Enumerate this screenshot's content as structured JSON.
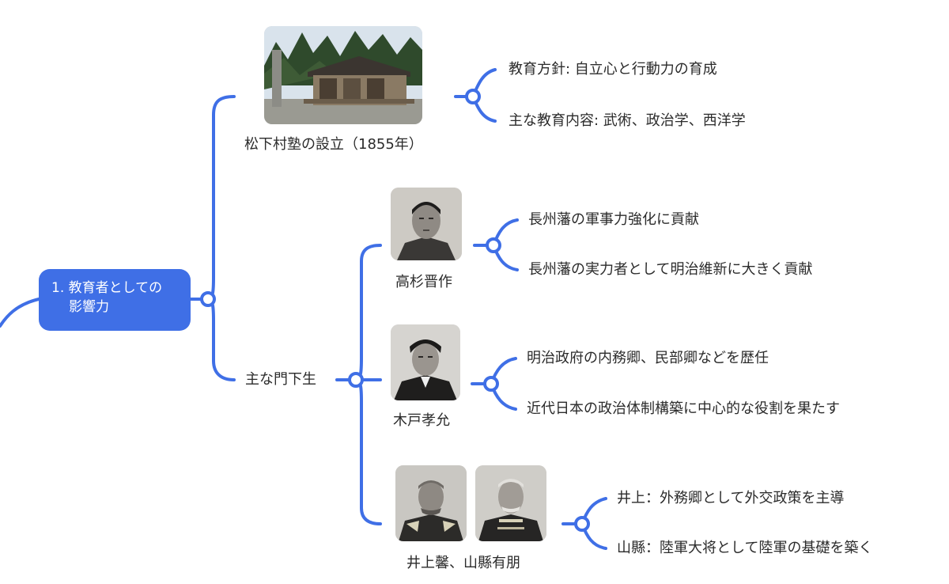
{
  "root": {
    "line1": "1. 教育者としての",
    "line2": "影響力"
  },
  "school": {
    "title": "松下村塾の設立（1855年）",
    "points": [
      "教育方針: 自立心と行動力の育成",
      "主な教育内容: 武術、政治学、西洋学"
    ]
  },
  "disciples": {
    "title": "主な門下生",
    "people": [
      {
        "name": "高杉晋作",
        "points": [
          "長州藩の軍事力強化に貢献",
          "長州藩の実力者として明治維新に大きく貢献"
        ]
      },
      {
        "name": "木戸孝允",
        "points": [
          "明治政府の内務卿、民部卿などを歴任",
          "近代日本の政治体制構築に中心的な役割を果たす"
        ]
      },
      {
        "name": "井上馨、山縣有朋",
        "points": [
          "井上：外務卿として外交政策を主導",
          "山縣：陸軍大将として陸軍の基礎を築く"
        ]
      }
    ]
  },
  "colors": {
    "accent": "#3f6fe6",
    "root_text": "#ffffff",
    "text": "#2b2b2b"
  }
}
